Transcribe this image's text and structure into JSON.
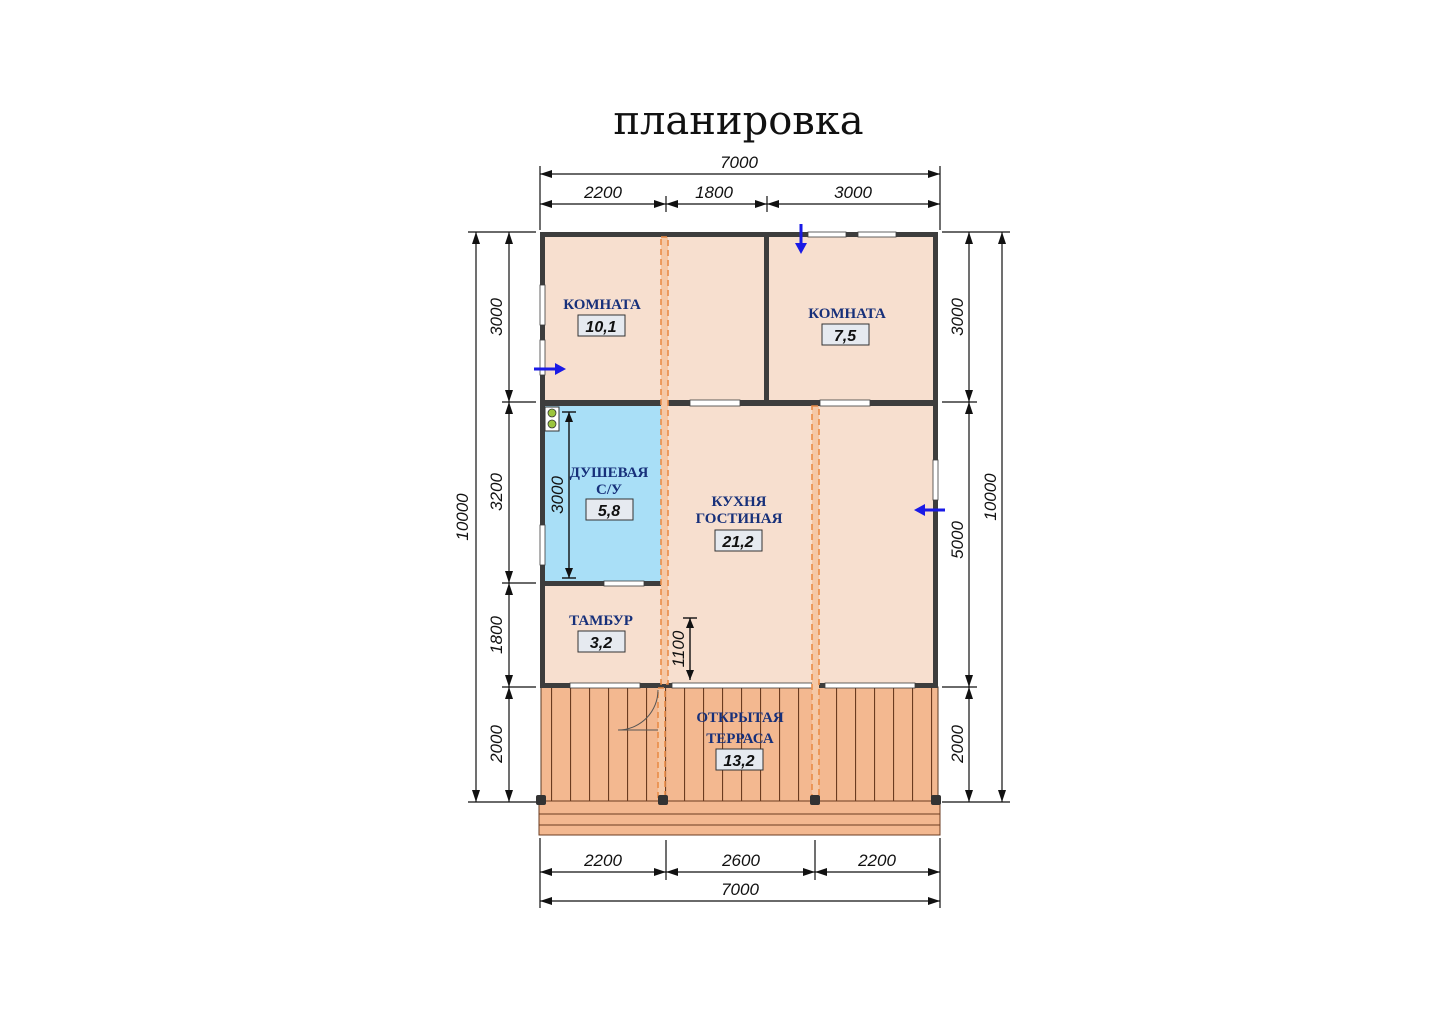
{
  "title": "планировка",
  "dimensions": {
    "top_total": "7000",
    "top_segments": [
      "2200",
      "1800",
      "3000"
    ],
    "bottom_segments": [
      "2200",
      "2600",
      "2200"
    ],
    "bottom_total": "7000",
    "left_total": "10000",
    "left_segments": [
      "3000",
      "3200",
      "1800",
      "2000"
    ],
    "right_total": "10000",
    "right_segments": [
      "3000",
      "5000",
      "2000"
    ],
    "shower_inner": "3000",
    "vestibule_inner": "1100"
  },
  "rooms": {
    "room1": {
      "name": "КОМНАТА",
      "area": "10,1"
    },
    "room2": {
      "name": "КОМНАТА",
      "area": "7,5"
    },
    "shower": {
      "name_line1": "ДУШЕВАЯ",
      "name_line2": "С/У",
      "area": "5,8"
    },
    "kitchen": {
      "name_line1": "КУХНЯ",
      "name_line2": "ГОСТИНАЯ",
      "area": "21,2"
    },
    "vestibule": {
      "name": "ТАМБУР",
      "area": "3,2"
    },
    "terrace": {
      "name_line1": "ОТКРЫТАЯ",
      "name_line2": "ТЕРРАСА",
      "area": "13,2"
    }
  },
  "colors": {
    "room_fill": "#f7dfcf",
    "shower_fill": "#a9dff7",
    "terrace_fill": "#f3b890",
    "wall": "#3d3d3d",
    "label": "#17307a",
    "arrow": "#1a1ae6"
  }
}
